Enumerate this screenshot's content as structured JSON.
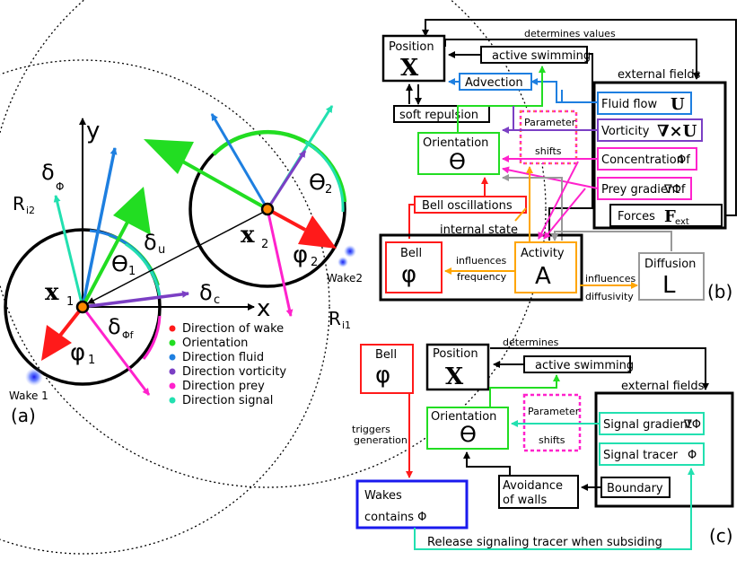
{
  "panel_a": {
    "label": "(a)",
    "axis_y": "y",
    "axis_x": "x",
    "x1_label": "x",
    "x1_sub": "1",
    "x2_label": "x",
    "x2_sub": "2",
    "theta1": "ϴ",
    "theta1_sub": "1",
    "theta2": "ϴ",
    "theta2_sub": "2",
    "phi1": "φ",
    "phi1_sub": "1",
    "phi2": "φ",
    "phi2_sub": "2",
    "delta_phi": "δ",
    "delta_phi_sub": "Φ",
    "delta_u": "δ",
    "delta_u_sub": "u",
    "delta_c": "δ",
    "delta_c_sub": "c",
    "delta_phif": "δ",
    "delta_phif_sub": "Φf",
    "ri2": "R",
    "ri2_sub": "i2",
    "ri1": "R",
    "ri1_sub": "i1",
    "wake1": "Wake 1",
    "wake2": "Wake2",
    "legend": [
      {
        "label": "Direction of wake",
        "color": "#ff1a1a"
      },
      {
        "label": "Orientation",
        "color": "#22dd22"
      },
      {
        "label": "Direction fluid",
        "color": "#1e7fe0"
      },
      {
        "label": "Direction vorticity",
        "color": "#7b3fc4"
      },
      {
        "label": "Direction prey",
        "color": "#ff22cc"
      },
      {
        "label": "Direction signal",
        "color": "#22e0b0"
      }
    ]
  },
  "panel_b": {
    "label": "(b)",
    "determines_values": "determines values",
    "position": "Position",
    "position_sym": "X",
    "active_swimming": "active swimming",
    "external_fields": "external fields",
    "advection": "Advection",
    "fluid_flow": "Fluid flow",
    "fluid_flow_sym": "U",
    "soft_repulsion": "soft repulsion",
    "parameter": "Parameter",
    "shifts": "shifts",
    "vorticity": "Vorticity",
    "vorticity_sym": "∇×U",
    "orientation": "Orientation",
    "orientation_sym": "ϴ",
    "concentration": "Concentration",
    "concentration_sym": "Φf",
    "prey_gradient": "Prey gradient",
    "prey_gradient_sym": "∇Φf",
    "bell_oscillations": "Bell oscillations",
    "forces": "Forces",
    "forces_sym": "F",
    "forces_sub": "ext",
    "internal_state": "internal state",
    "bell": "Bell",
    "bell_sym": "φ",
    "influences_freq_1": "influences",
    "influences_freq_2": "frequency",
    "activity": "Activity",
    "activity_sym": "A",
    "diffusion": "Diffusion",
    "diffusion_sym": "L",
    "influences_diff_1": "influences",
    "influences_diff_2": "diffusivity"
  },
  "panel_c": {
    "label": "(c)",
    "bell": "Bell",
    "bell_sym": "φ",
    "position": "Position",
    "position_sym": "X",
    "determines": "determines",
    "active_swimming": "active swimming",
    "external_fields": "external fields",
    "orientation": "Orientation",
    "orientation_sym": "ϴ",
    "parameter": "Parameter",
    "shifts": "shifts",
    "signal_gradient": "Signal gradient",
    "signal_gradient_sym": "∇Φ",
    "signal_tracer": "Signal tracer",
    "signal_tracer_sym": "Φ",
    "triggers": "triggers",
    "generation": "generation",
    "boundary": "Boundary",
    "avoidance_1": "Avoidance",
    "avoidance_2": "of walls",
    "wakes_1": "Wakes",
    "wakes_2": "contains Φ",
    "release": "Release signaling tracer when subsiding"
  },
  "colors": {
    "wake": "#ff1a1a",
    "orientation": "#22dd22",
    "fluid": "#1e7fe0",
    "vorticity": "#7b3fc4",
    "prey": "#ff22cc",
    "signal": "#22e0b0",
    "activity": "#ffa500",
    "diffusion": "#999999",
    "wakes_box": "#1a1aee"
  }
}
